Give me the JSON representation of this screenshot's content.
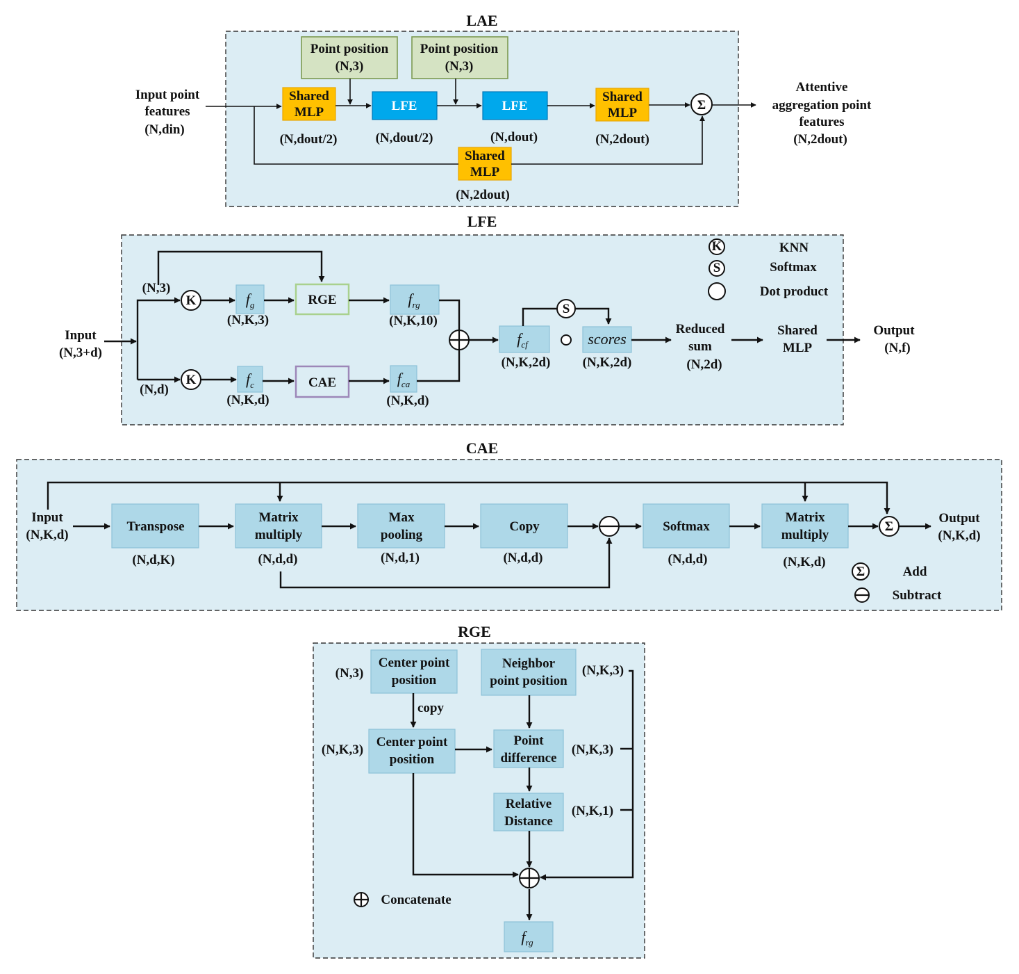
{
  "lae": {
    "title": "LAE",
    "input": [
      "Input point",
      "features",
      "(N,din)"
    ],
    "point_position_1": [
      "Point position",
      "(N,3)"
    ],
    "point_position_2": [
      "Point position",
      "(N,3)"
    ],
    "shared_mlp_1": [
      "Shared",
      "MLP"
    ],
    "shared_mlp_1_dim": "(N,dout/2)",
    "lfe_1": "LFE",
    "lfe_1_dim": "(N,dout/2)",
    "lfe_2": "LFE",
    "lfe_2_dim": "(N,dout)",
    "shared_mlp_2": [
      "Shared",
      "MLP"
    ],
    "shared_mlp_2_dim": "(N,2dout)",
    "shared_mlp_3": [
      "Shared",
      "MLP"
    ],
    "shared_mlp_3_dim": "(N,2dout)",
    "sum_symbol": "Σ",
    "output": [
      "Attentive",
      "aggregation point",
      "features",
      "(N,2dout)"
    ]
  },
  "lfe": {
    "title": "LFE",
    "input": [
      "Input",
      "(N,3+d)"
    ],
    "branch_top": "(N,3)",
    "branch_bottom": "(N,d)",
    "knn_symbol": "K",
    "f_g": "f",
    "f_g_sub": "g",
    "f_g_dim": "(N,K,3)",
    "rge": "RGE",
    "f_rg": "f",
    "f_rg_sub": "rg",
    "f_rg_dim": "(N,K,10)",
    "f_c": "f",
    "f_c_sub": "c",
    "f_c_dim": "(N,K,d)",
    "cae": "CAE",
    "f_ca": "f",
    "f_ca_sub": "ca",
    "f_ca_dim": "(N,K,d)",
    "f_cf": "f",
    "f_cf_sub": "cf",
    "f_cf_dim": "(N,K,2d)",
    "softmax_symbol": "S",
    "scores": "scores",
    "scores_dim": "(N,K,2d)",
    "reduced_sum": [
      "Reduced",
      "sum",
      "(N,2d)"
    ],
    "shared_mlp": [
      "Shared",
      "MLP"
    ],
    "output": [
      "Output",
      "(N,f)"
    ],
    "legend": [
      "KNN",
      "Softmax",
      "Dot product"
    ]
  },
  "cae": {
    "title": "CAE",
    "input": [
      "Input",
      "(N,K,d)"
    ],
    "transpose": "Transpose",
    "transpose_dim": "(N,d,K)",
    "matmul_1": [
      "Matrix",
      "multiply"
    ],
    "matmul_1_dim": "(N,d,d)",
    "max_pooling": [
      "Max",
      "pooling"
    ],
    "max_pooling_dim": "(N,d,1)",
    "copy": "Copy",
    "copy_dim": "(N,d,d)",
    "softmax": "Softmax",
    "softmax_dim": "(N,d,d)",
    "matmul_2": [
      "Matrix",
      "multiply"
    ],
    "matmul_2_dim": "(N,K,d)",
    "output": [
      "Output",
      "(N,K,d)"
    ],
    "legend": [
      "Add",
      "Subtract"
    ],
    "sum_symbol": "Σ"
  },
  "rge": {
    "title": "RGE",
    "center_point_1": [
      "Center point",
      "position"
    ],
    "center_point_1_dim": "(N,3)",
    "neighbor_point": [
      "Neighbor",
      "point position"
    ],
    "neighbor_dim": "(N,K,3)",
    "copy_label": "copy",
    "center_point_2": [
      "Center point",
      "position"
    ],
    "center_point_2_dim": "(N,K,3)",
    "point_difference": [
      "Point",
      "difference"
    ],
    "point_difference_dim": "(N,K,3)",
    "relative_distance": [
      "Relative",
      "Distance"
    ],
    "relative_distance_dim": "(N,K,1)",
    "f_rg": "f",
    "f_rg_sub": "rg",
    "legend": "Concatenate"
  }
}
